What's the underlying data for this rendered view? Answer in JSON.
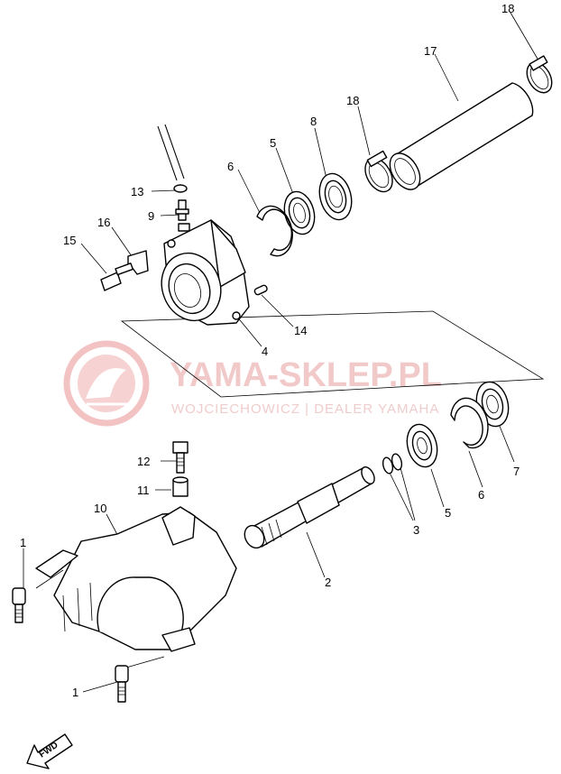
{
  "watermark": {
    "brand": "YAMA-SKLEP.PL",
    "dealer": "WOJCIECHOWICZ | DEALER YAMAHA"
  },
  "direction_marker": {
    "label": "FWD"
  },
  "callouts": {
    "c1a": "1",
    "c1b": "1",
    "c2": "2",
    "c3": "3",
    "c4": "4",
    "c5a": "5",
    "c5b": "5",
    "c6a": "6",
    "c6b": "6",
    "c7": "7",
    "c8": "8",
    "c9": "9",
    "c10": "10",
    "c11": "11",
    "c12": "12",
    "c13": "13",
    "c14": "14",
    "c15": "15",
    "c16": "16",
    "c17": "17",
    "c18a": "18",
    "c18b": "18"
  }
}
